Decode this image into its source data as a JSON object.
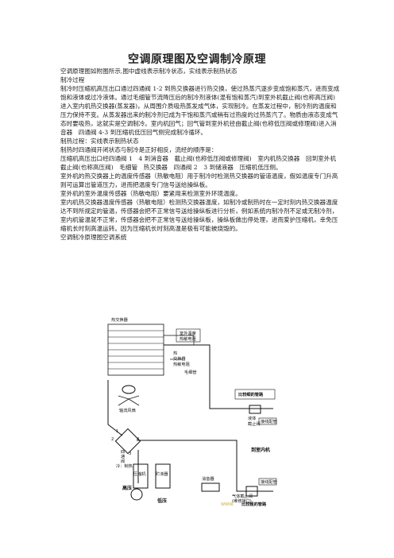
{
  "title": "空调原理图及空调制冷原理",
  "paragraphs": [
    "空调原理图如附图所示,图中虚线表示制冷状态，实线表示制热状态",
    "制冷过程",
    "制冷时压缩机高压出口通过四通阀 1-2 到热交换器进行热交换，使过热蒸汽逐步变成饱和蒸汽，进而变成饱和液体或过冷液体。通过毛细管节流降压后的制冷剂液体(混有饱和蒸汽)到室外机截止阀(也称高压阀)进入室内机热交换器(蒸发器)，从周围介质吸热蒸发成气体，实现制冷。在蒸发过程中，制冷剂的温度和压力保持不变。从蒸发器出来的制冷剂已成为干饱和蒸汽或稍有过热度的过热蒸汽了。物质由液态变成气态时要吸热，这就实是空调制冷。室内机回气；回气管到室外机径由截止阀(也称低压阀或修理阀)进入消音器　四通阀 4-3 到压缩机低压回气侧完成制冷循环。",
    "制热过程：实线表示制热状态",
    "制热时四通阀开闭状态与制冷是正好相反，流经的顺序是：",
    "压缩机高压出口经四通阀 1　4 到消音器　截止阀(也称低压阀或修理阀)　室内机热交换器　回到室外机截止阀(也称高压阀)　毛细管　热交换器　四通阀 2　3 到储液器　压缩机低压侧。",
    "室外机的热交换器上的温度传感器（热敏电阻）用于制冷时检测热交换器的管道温度，假如温度专门升高则可运算出管道压力，进而把温度专门信号送给操纵板。",
    "室外机的室外温度传感器（热敏电阻）要紧用来检测室外环境温度。",
    "室内机热交换器温度传感器（热敏电阻）检测热交换器温度，如制冷或制热时在一定时刻内热交换器温度达不到所规定的管温，传感器会把不正常信号送给操纵板进行分析，例如系统内制冷剂不足或无制冷剂，室内机管温就不正常，传感器会把不正常信号送给操纵板，操纵板做出停处理，进而爱护压缩机，幸免压缩机长时刻高温运转。因为压缩机长时刻高温是极有可能被烧毁的。",
    "空调制冷原理图空调系统"
  ],
  "diagram": {
    "heat_exchanger": "热交换器",
    "outdoor_temp": [
      "室外温度",
      "热敏电阻"
    ],
    "hx_sensor": [
      "热",
      "交换器",
      "热敏电阻"
    ],
    "capillary": "毛细管",
    "thin_pipe": "比较细的管路",
    "fan_motor": "轴流风扇",
    "connector_1": "接线配管",
    "stop_valve": [
      "液体",
      "截止阀"
    ],
    "to_indoor": "到室内机",
    "four_way": [
      "四",
      "通",
      "阀"
    ],
    "four_way_mode": "冷：制热",
    "compressor": "压缩机",
    "accumulator": "贮液器",
    "muffler": "消音器",
    "gas_valve": [
      "气体截止阀",
      "(维修接口)"
    ],
    "connector_2": "接线配管",
    "high_pressure": "高压",
    "low_pressure": "低压",
    "thick_pipe": "比较粗的管路",
    "watermark": "WWW.",
    "port_numbers": [
      "1",
      "2",
      "3",
      "4"
    ]
  }
}
